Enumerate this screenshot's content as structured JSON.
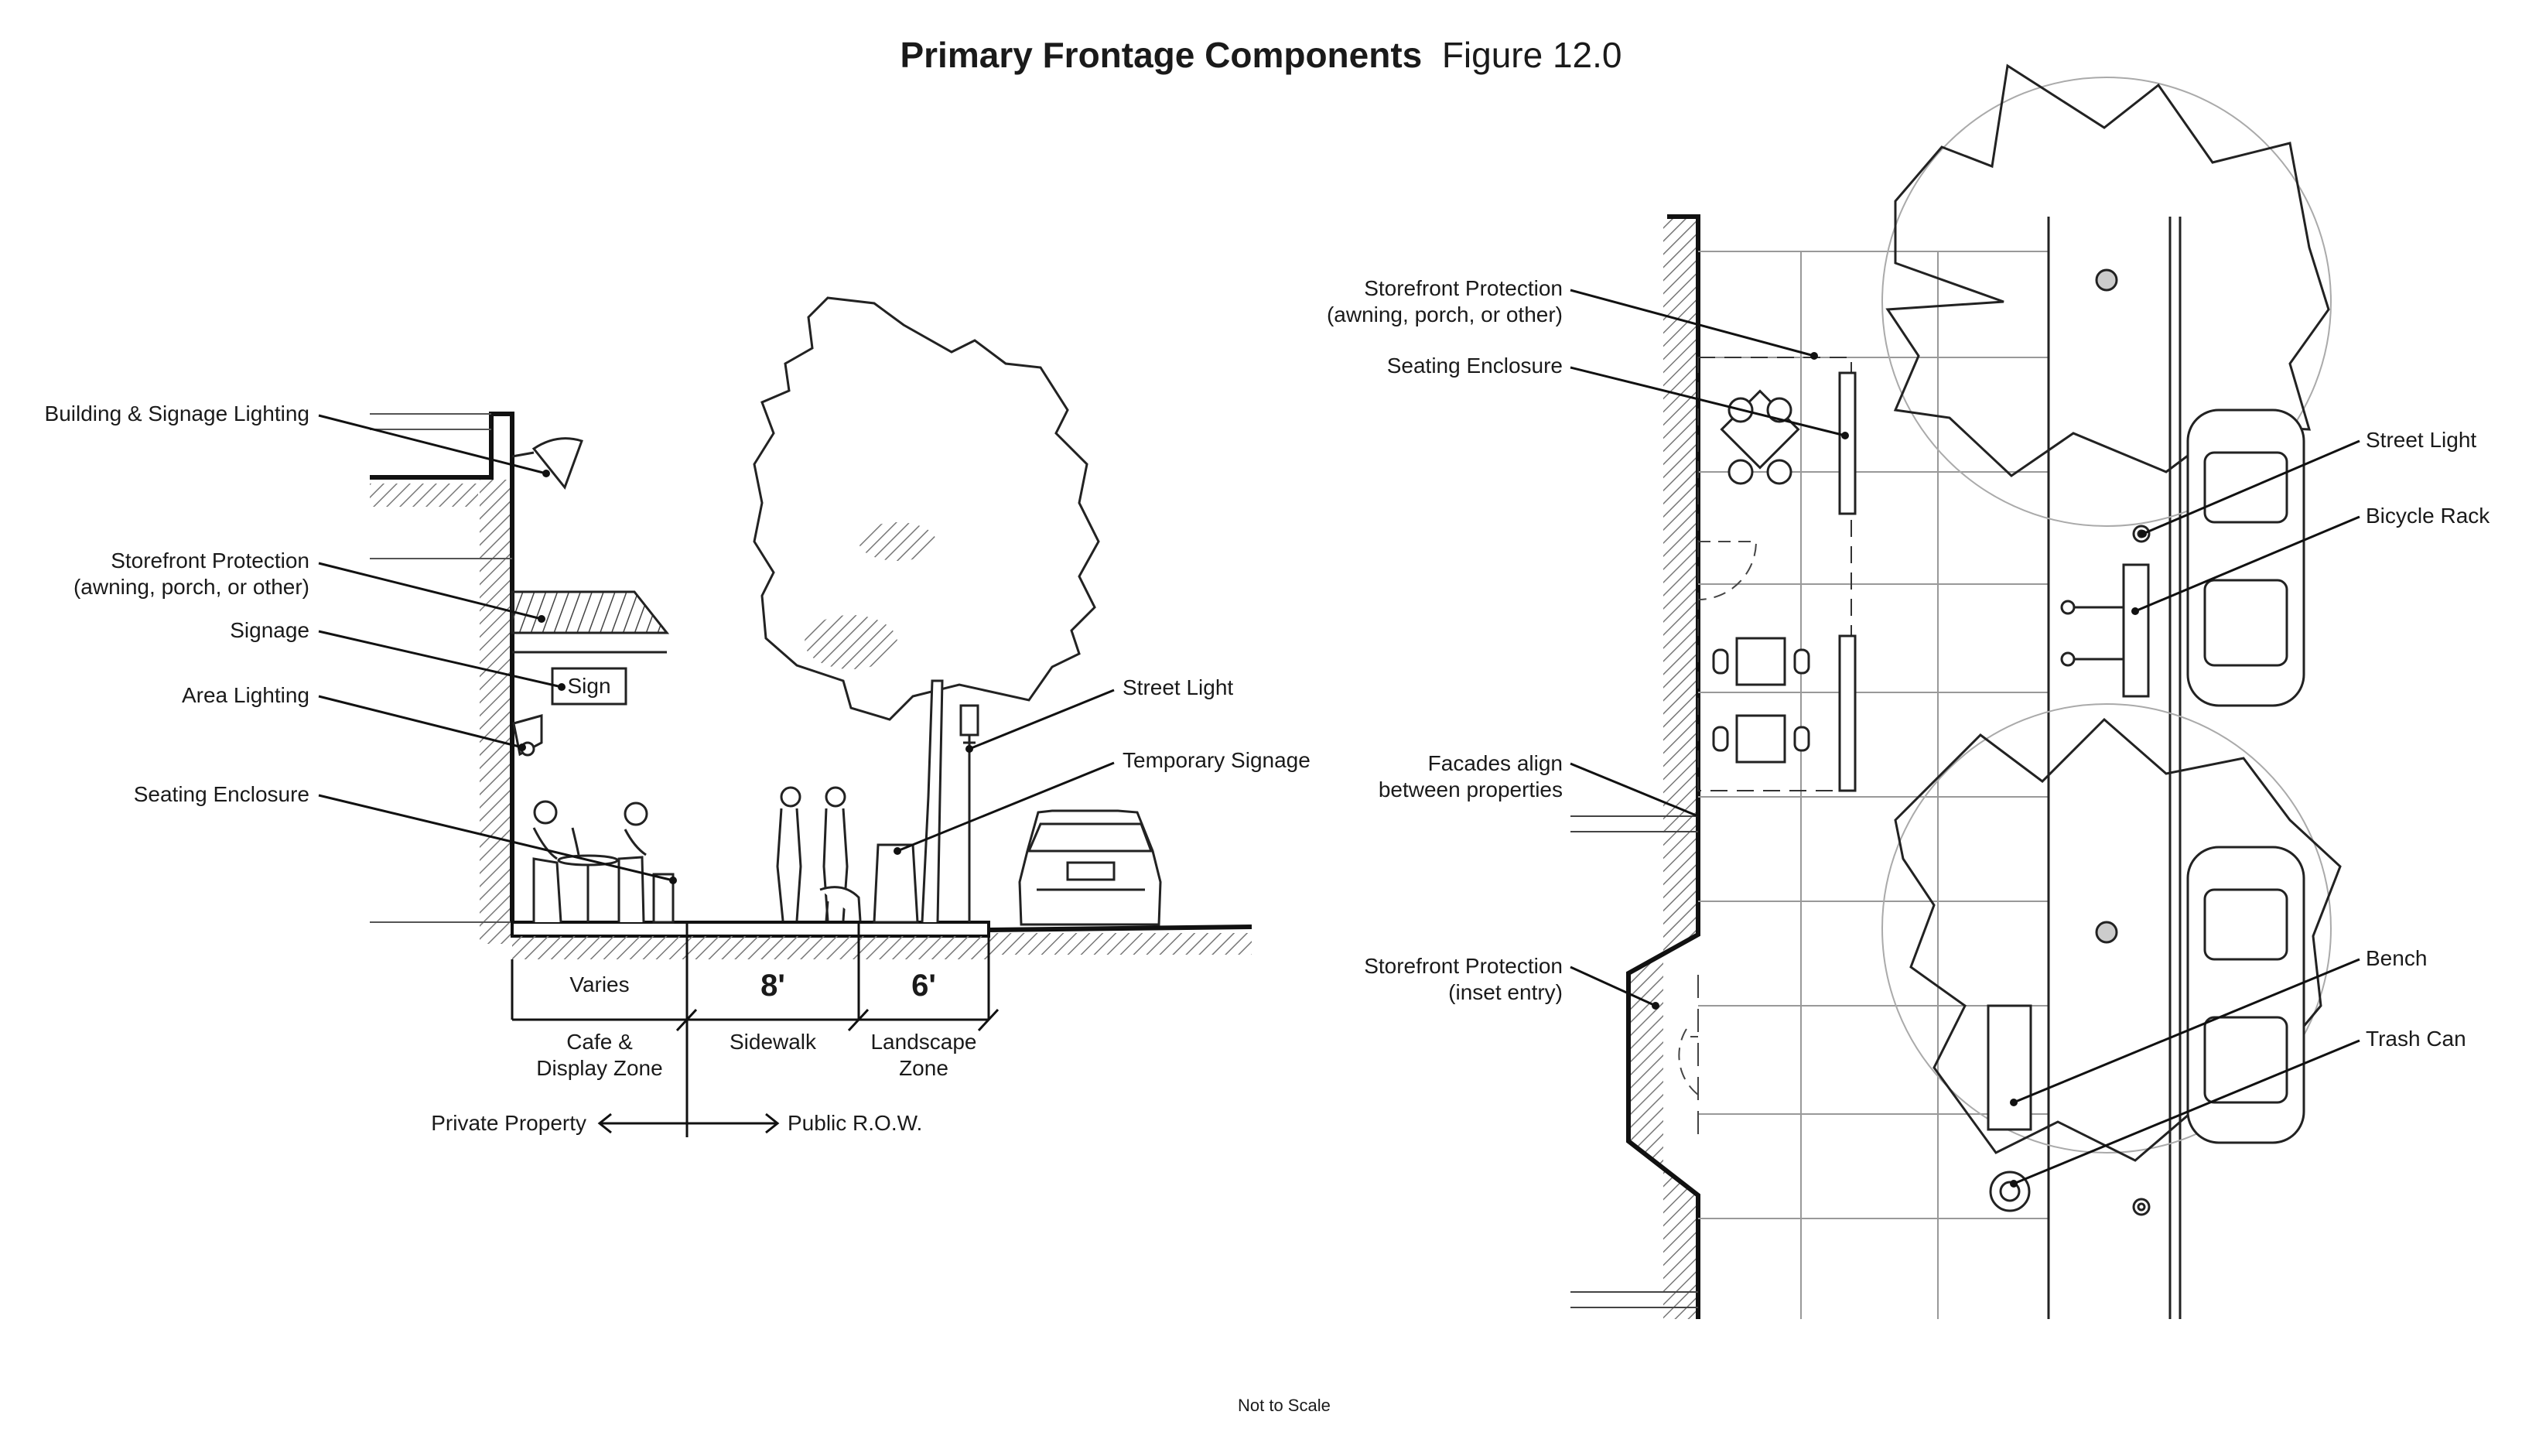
{
  "title": {
    "main": "Primary Frontage Components",
    "figure": "Figure 12.0"
  },
  "section": {
    "labels": {
      "building_lighting": "Building & Signage Lighting",
      "storefront_protection_1": "Storefront Protection",
      "storefront_protection_2": "(awning, porch, or other)",
      "signage": "Signage",
      "area_lighting": "Area Lighting",
      "seating_enclosure": "Seating Enclosure",
      "street_light": "Street Light",
      "temporary_signage": "Temporary Signage",
      "sign_text": "Sign"
    },
    "zones": {
      "varies": "Varies",
      "sidewalk_width": "8'",
      "landscape_width": "6'",
      "cafe_1": "Cafe &",
      "cafe_2": "Display Zone",
      "sidewalk": "Sidewalk",
      "landscape_1": "Landscape",
      "landscape_2": "Zone"
    },
    "property": {
      "private": "Private Property",
      "public": "Public R.O.W."
    }
  },
  "plan": {
    "labels": {
      "storefront_protection_1": "Storefront Protection",
      "storefront_protection_2": "(awning, porch, or other)",
      "seating_enclosure": "Seating Enclosure",
      "facades_1": "Facades align",
      "facades_2": "between properties",
      "storefront_inset_1": "Storefront Protection",
      "storefront_inset_2": "(inset entry)",
      "street_light": "Street Light",
      "bicycle_rack": "Bicycle Rack",
      "bench": "Bench",
      "trash_can": "Trash Can"
    }
  },
  "footer": {
    "scale_note": "Not to Scale"
  }
}
